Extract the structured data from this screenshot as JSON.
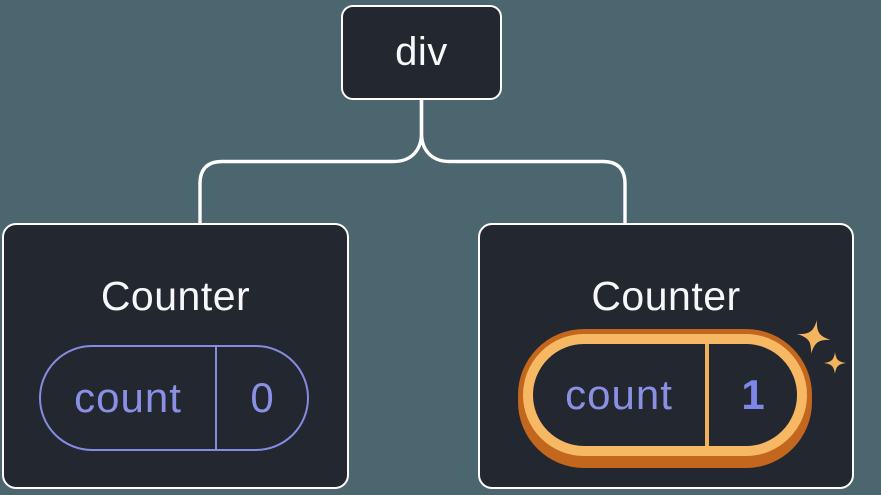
{
  "diagram": {
    "type": "react-component-tree",
    "root": {
      "label": "div"
    },
    "children": [
      {
        "title": "Counter",
        "state_key": "count",
        "state_value": "0",
        "highlighted": false
      },
      {
        "title": "Counter",
        "state_key": "count",
        "state_value": "1",
        "highlighted": true
      }
    ]
  },
  "colors": {
    "background": "#4c666f",
    "node_fill": "#23272f",
    "node_border": "#ffffff",
    "connector_line": "#ffffff",
    "title_text": "#f6f7f9",
    "state_accent": "#848ce2",
    "state_value_highlight": "#7d87ea",
    "highlight_ring_outer": "#c2671d",
    "highlight_ring_inner": "#f7b864",
    "sparkle": "#f4b45f"
  },
  "icons": {
    "sparkle_large": "four-point-star-icon",
    "sparkle_small": "four-point-star-icon"
  }
}
